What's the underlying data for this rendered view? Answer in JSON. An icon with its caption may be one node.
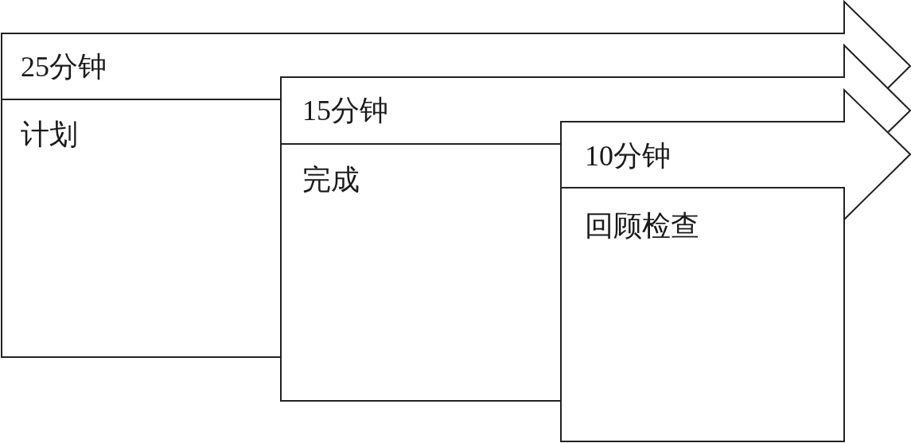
{
  "diagram": {
    "nodes": [
      {
        "text": [
          "25分钟",
          "计划"
        ]
      },
      {
        "text": [
          "15分钟",
          "完成"
        ]
      },
      {
        "text": [
          "10分钟",
          "回顾检查"
        ]
      }
    ]
  }
}
